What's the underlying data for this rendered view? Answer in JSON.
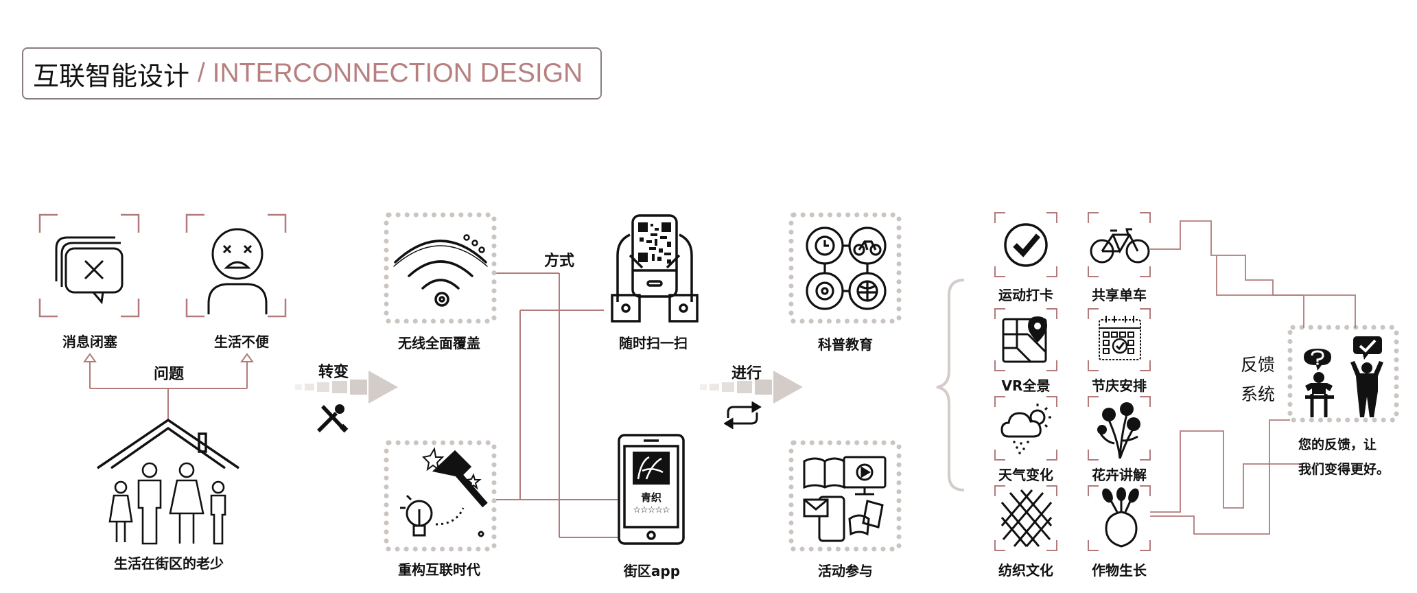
{
  "title": {
    "zh": "互联智能设计",
    "en": "/ INTERCONNECTION DESIGN"
  },
  "problems": {
    "item1": "消息闭塞",
    "item2": "生活不便",
    "caption": "问题",
    "people": "生活在街区的老少"
  },
  "transform": {
    "label": "转变"
  },
  "methods": {
    "wifi": "无线全面覆盖",
    "rebuild": "重构互联时代",
    "way": "方式",
    "scan": "随时扫一扫",
    "app": "街区app",
    "app_screen_text": "青织",
    "app_stars": "☆☆☆☆☆"
  },
  "proceed": {
    "label": "进行"
  },
  "activities": {
    "science": "科普教育",
    "events": "活动参与"
  },
  "features": [
    {
      "label": "运动打卡",
      "icon": "checkmark-icon"
    },
    {
      "label": "共享单车",
      "icon": "bicycle-icon"
    },
    {
      "label": "VR全景",
      "icon": "map-pin-icon"
    },
    {
      "label": "节庆安排",
      "icon": "calendar-icon"
    },
    {
      "label": "天气变化",
      "icon": "weather-icon"
    },
    {
      "label": "花卉讲解",
      "icon": "flower-icon"
    },
    {
      "label": "纺织文化",
      "icon": "weave-icon"
    },
    {
      "label": "作物生长",
      "icon": "beet-icon"
    }
  ],
  "feedback": {
    "title_line1": "反馈",
    "title_line2": "系统",
    "text_line1": "您的反馈，让",
    "text_line2": "我们变得更好。"
  },
  "colors": {
    "accent": "#b77f7f",
    "line": "#b27a7a",
    "dots": "#cbc5c1",
    "arrow": "#d3ccc8",
    "text": "#111111"
  }
}
